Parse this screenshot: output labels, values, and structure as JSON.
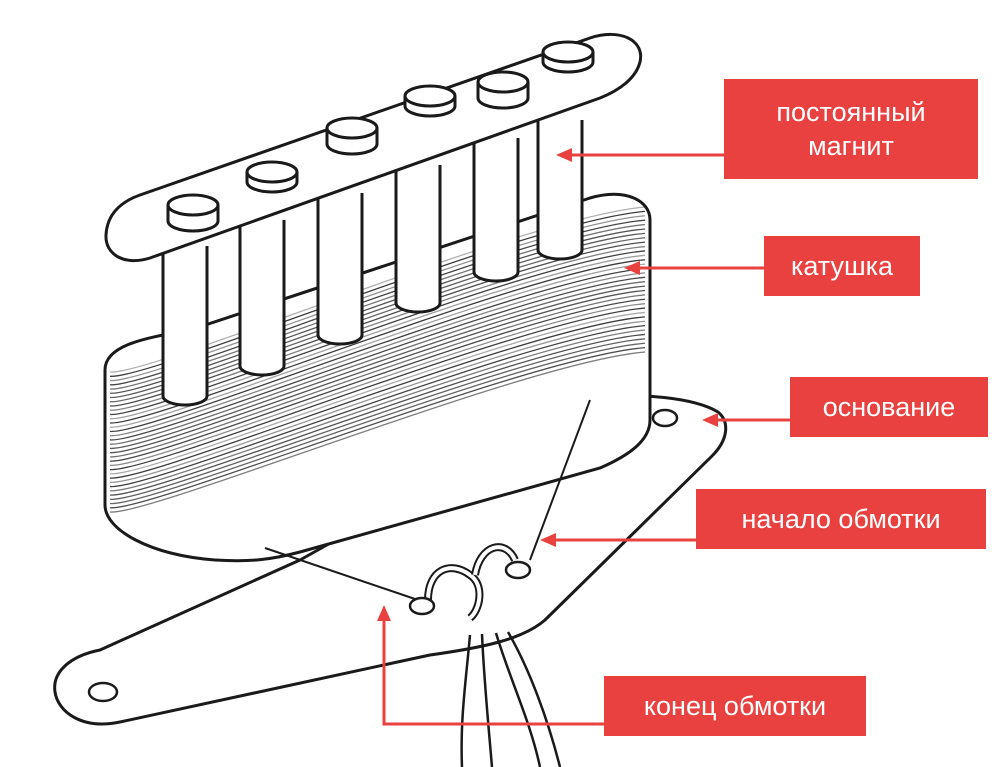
{
  "colors": {
    "label_bg": "#e8413f",
    "arrow": "#e8413f",
    "ink": "#1a1a1a",
    "label_text": "#ffffff"
  },
  "labels": {
    "magnet": {
      "line1": "постоянный",
      "line2": "магнит"
    },
    "coil": {
      "text": "катушка"
    },
    "base": {
      "text": "основание"
    },
    "winding_start": {
      "text": "начало обмотки"
    },
    "winding_end": {
      "text": "конец обмотки"
    }
  }
}
